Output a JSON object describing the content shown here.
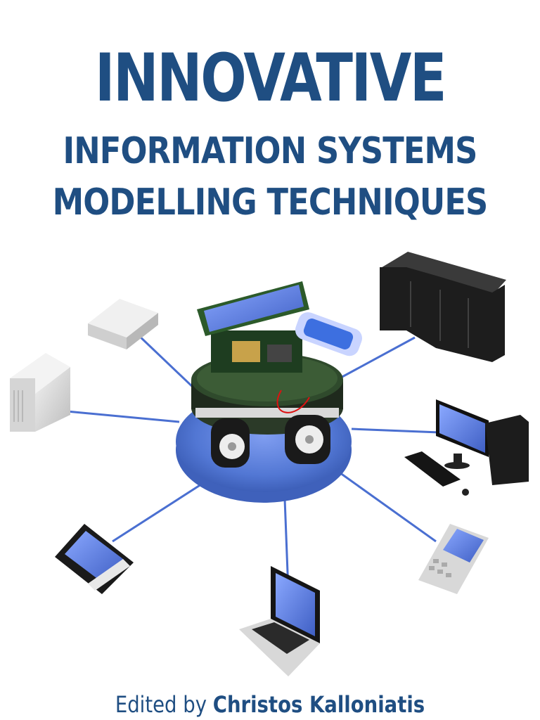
{
  "cover": {
    "title_main": "INNOVATIVE",
    "title_line1": "INFORMATION SYSTEMS",
    "title_line2": "MODELLING TECHNIQUES",
    "edited_by": "Edited by",
    "editor_name": "Christos Kalloniatis"
  },
  "colors": {
    "title_blue": "#1f4e82",
    "link_blue": "#4a6fd1",
    "hub_blue": "#5a80d8"
  },
  "illustration": {
    "center": "robot-on-hub",
    "nodes": [
      "router",
      "external-drive",
      "server-rack",
      "desktop-computer",
      "tablet",
      "laptop",
      "mobile-phone"
    ]
  }
}
